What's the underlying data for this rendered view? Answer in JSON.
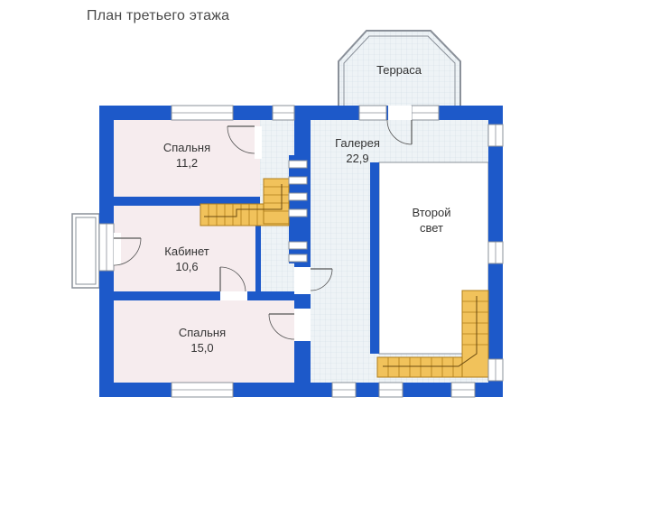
{
  "title": "План третьего этажа",
  "rooms": {
    "bedroom_small": {
      "name": "Спальня",
      "area": "11,2"
    },
    "study": {
      "name": "Кабинет",
      "area": "10,6"
    },
    "bedroom_large": {
      "name": "Спальня",
      "area": "15,0"
    },
    "gallery": {
      "name": "Галерея",
      "area": "22,9"
    },
    "second_light": {
      "line1": "Второй",
      "line2": "свет"
    },
    "terrace": {
      "name": "Терраса"
    }
  },
  "colors": {
    "wall": "#1d59c9",
    "room_fill": "#f6ecee",
    "tile_fill": "#eef3f6",
    "tile_line": "#d2dde6",
    "stair_fill": "#f1c25b",
    "stair_line": "#b07d1a",
    "outline": "#8a9099"
  }
}
